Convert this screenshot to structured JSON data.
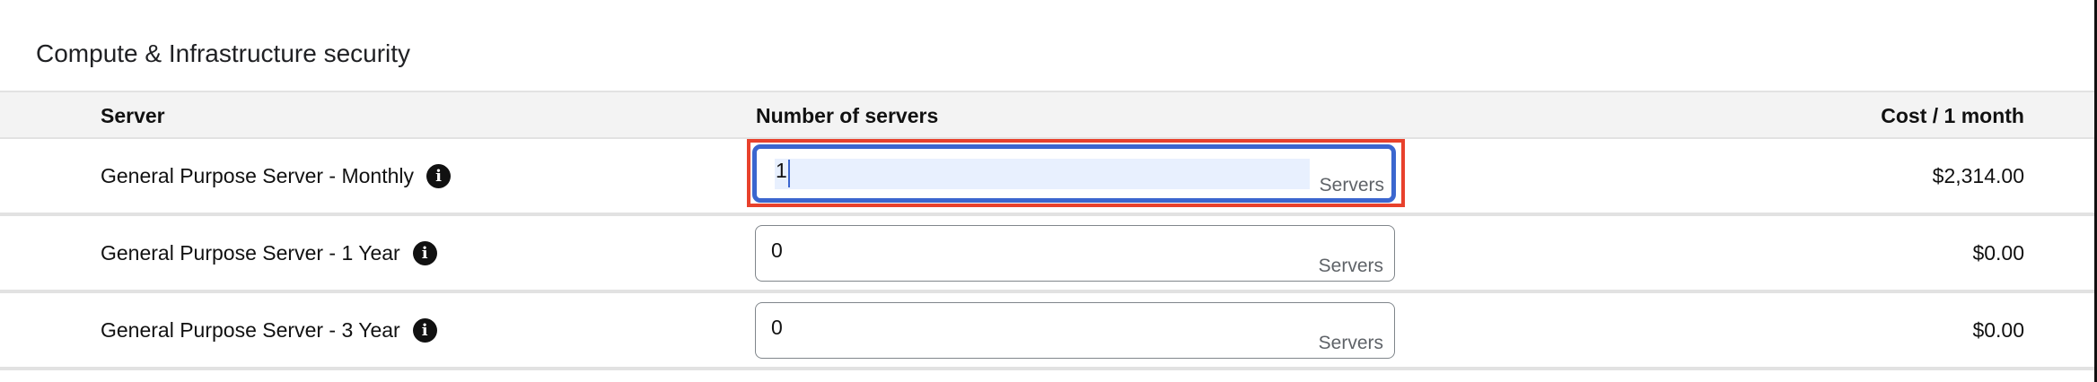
{
  "section": {
    "title": "Compute & Infrastructure security"
  },
  "table": {
    "columns": {
      "server": "Server",
      "count": "Number of servers",
      "cost": "Cost / 1 month"
    },
    "rows": [
      {
        "label": "General Purpose Server - Monthly",
        "info_icon": "info-icon",
        "count_value": "1",
        "count_suffix": "Servers",
        "cost": "$2,314.00",
        "focused": true
      },
      {
        "label": "General Purpose Server - 1 Year",
        "info_icon": "info-icon",
        "count_value": "0",
        "count_suffix": "Servers",
        "cost": "$0.00",
        "focused": false
      },
      {
        "label": "General Purpose Server - 3 Year",
        "info_icon": "info-icon",
        "count_value": "0",
        "count_suffix": "Servers",
        "cost": "$0.00",
        "focused": false
      }
    ]
  },
  "icons": {
    "info_glyph": "i"
  },
  "colors": {
    "focus_border": "#3b66cf",
    "highlight_border": "#e8412c",
    "selection_bg": "#e8f0fe",
    "header_bg": "#f3f3f3"
  }
}
